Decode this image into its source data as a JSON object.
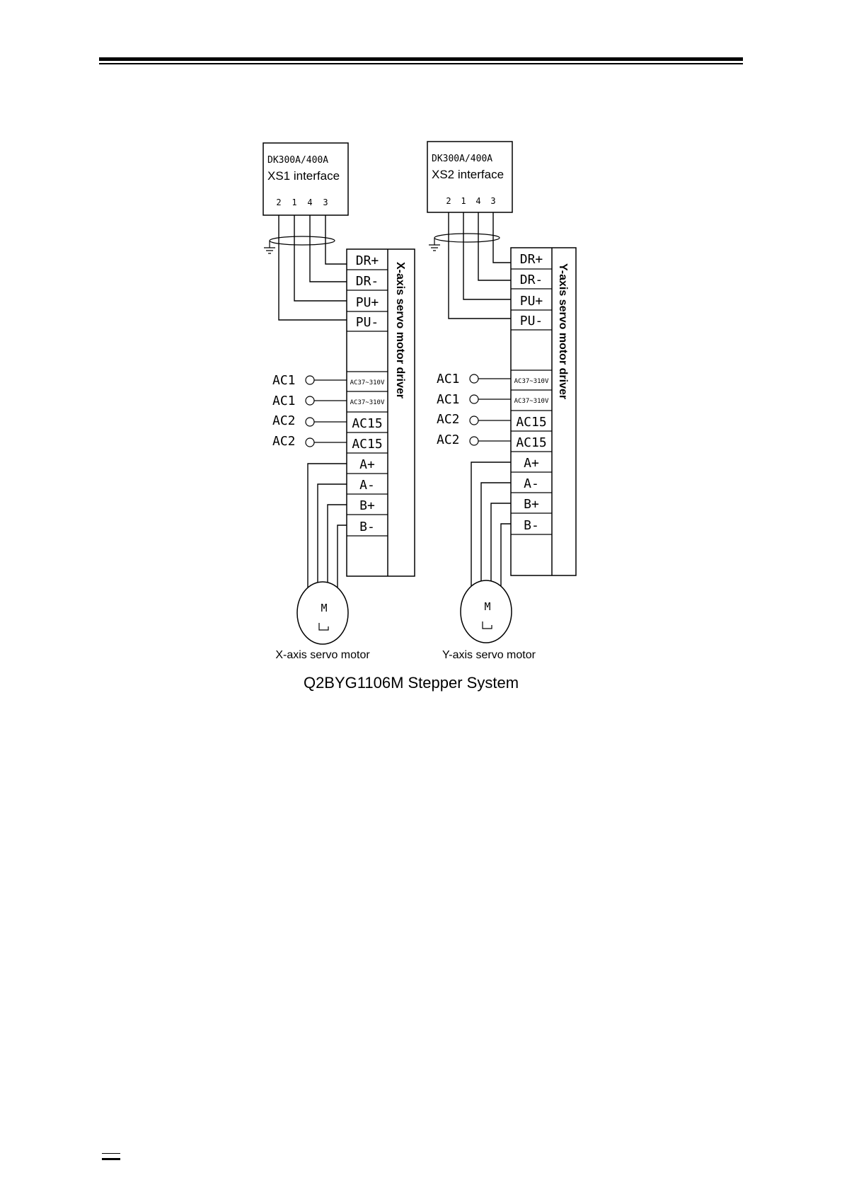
{
  "figure": {
    "caption": "Q2BYG1106M Stepper System",
    "panels": [
      {
        "controller": {
          "model": "DK300A/400A",
          "interface": "XS1 interface",
          "pins": [
            "2",
            "1",
            "4",
            "3"
          ]
        },
        "driver_label": "X-axis servo motor driver",
        "terminals": [
          "DR+",
          "DR-",
          "PU+",
          "PU-",
          "",
          "AC37~310V",
          "AC37~310V",
          "AC15",
          "AC15",
          "A+",
          "A-",
          "B+",
          "B-",
          ""
        ],
        "ac_inputs": [
          "AC1",
          "AC1",
          "AC2",
          "AC2"
        ],
        "motor": {
          "symbol": "M",
          "label": "X-axis servo motor"
        }
      },
      {
        "controller": {
          "model": "DK300A/400A",
          "interface": "XS2 interface",
          "pins": [
            "2",
            "1",
            "4",
            "3"
          ]
        },
        "driver_label": "Y-axis servo motor driver",
        "terminals": [
          "DR+",
          "DR-",
          "PU+",
          "PU-",
          "",
          "AC37~310V",
          "AC37~310V",
          "AC15",
          "AC15",
          "A+",
          "A-",
          "B+",
          "B-",
          ""
        ],
        "ac_inputs": [
          "AC1",
          "AC1",
          "AC2",
          "AC2"
        ],
        "motor": {
          "symbol": "M",
          "label": "Y-axis servo motor"
        }
      }
    ]
  }
}
